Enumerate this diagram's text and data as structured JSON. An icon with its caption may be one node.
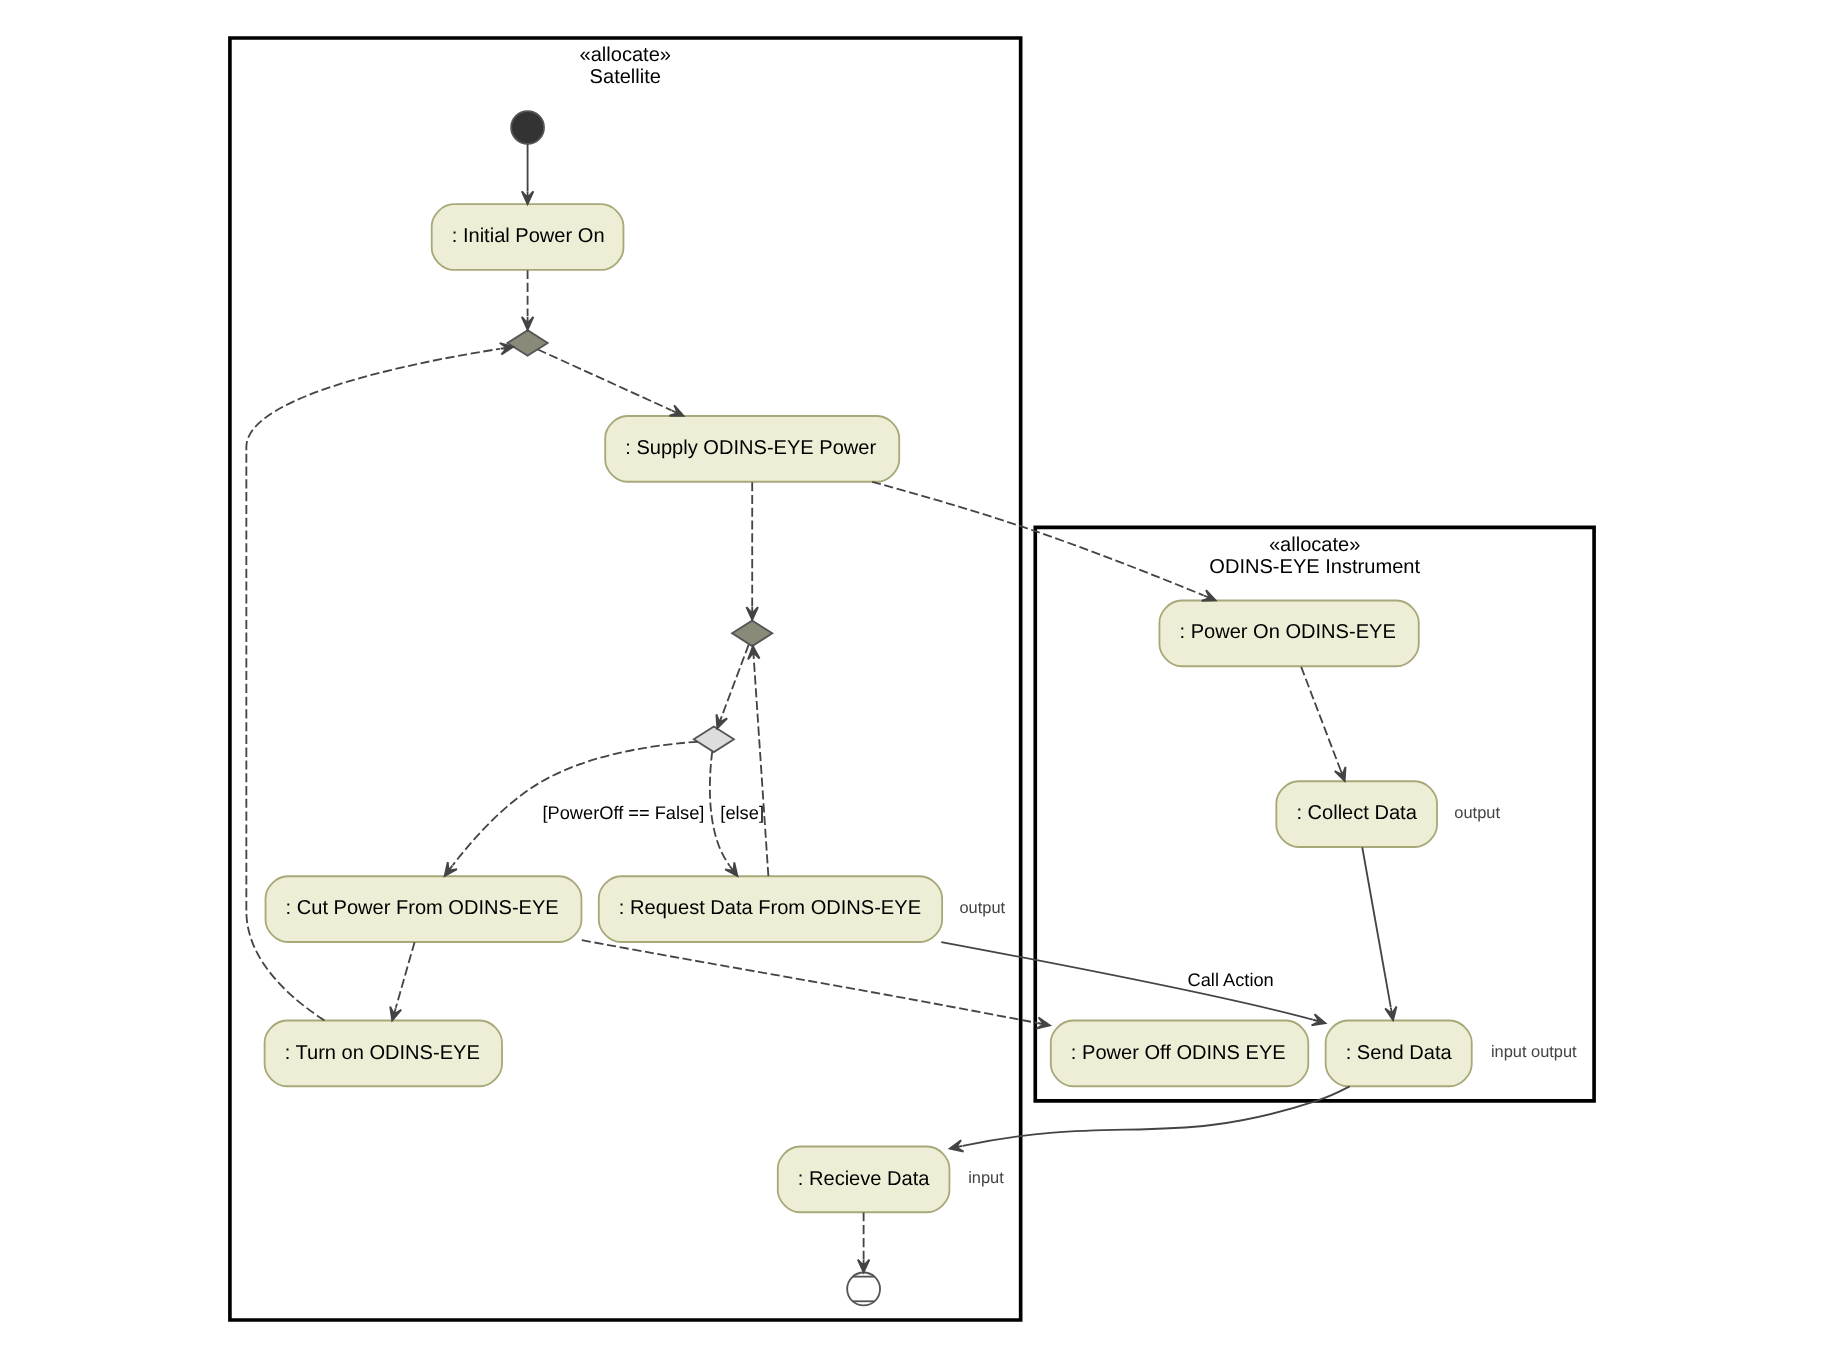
{
  "diagram": {
    "nodes": [
      {
        "text": [
          "«allocate»",
          "Satellite"
        ]
      },
      {
        "text": [
          "«allocate»",
          "ODINS-EYE Instrument"
        ]
      },
      {
        "text": [],
        "shape": "circle",
        "in": 0
      },
      {
        "text": [
          ": Initial Power On"
        ],
        "in": 0
      },
      {
        "text": [],
        "shape": "diamond",
        "in": 0
      },
      {
        "text": [
          ": Turn on ODINS-EYE"
        ],
        "in": 0
      },
      {
        "text": [
          ": Supply ODINS-EYE Power"
        ],
        "in": 0
      },
      {
        "text": [],
        "shape": "diamond",
        "in": 0
      },
      {
        "text": [],
        "shape": "diamond",
        "in": 0
      },
      {
        "text": [
          ": Cut Power From ODINS-EYE"
        ],
        "in": 0
      },
      {
        "text": [
          ": Request Data From ODINS-EYE"
        ],
        "beside": [
          "output"
        ],
        "in": 0
      },
      {
        "text": [],
        "shape": "circle",
        "in": 0
      },
      {
        "text": [
          ": Recieve Data"
        ],
        "beside": [
          "input"
        ],
        "in": 0
      },
      {
        "text": [
          ": Power Off ODINS EYE"
        ],
        "in": 1
      },
      {
        "text": [
          ": Power On ODINS-EYE"
        ],
        "in": 1
      },
      {
        "text": [
          ": Collect Data"
        ],
        "beside": [
          "output"
        ],
        "in": 1
      },
      {
        "text": [
          ": Send Data"
        ],
        "beside": [
          "input",
          "output"
        ],
        "in": 1
      }
    ],
    "edges": [
      {
        "from": 2,
        "to": 3,
        "arrow": "to"
      },
      {
        "from": 3,
        "to": 4,
        "arrow": "to",
        "style": "dashed"
      },
      {
        "from": 5,
        "to": 4,
        "arrow": "to",
        "style": "dashed"
      },
      {
        "from": 4,
        "to": 6,
        "arrow": "to",
        "style": "dashed"
      },
      {
        "from": 6,
        "to": 14,
        "arrow": "to",
        "style": "dashed"
      },
      {
        "from": 6,
        "to": 7,
        "arrow": "to",
        "style": "dashed"
      },
      {
        "from": 10,
        "to": 7,
        "arrow": "to",
        "style": "dashed"
      },
      {
        "from": 7,
        "to": 8,
        "arrow": "to",
        "style": "dashed"
      },
      {
        "from": 8,
        "to": 9,
        "arrow": "to",
        "label": "[PowerOff == False]",
        "style": "dashed"
      },
      {
        "from": 8,
        "to": 10,
        "arrow": "to",
        "label": "[else]",
        "style": "dashed"
      },
      {
        "from": 9,
        "to": 5,
        "arrow": "to",
        "style": "dashed"
      },
      {
        "from": 9,
        "to": 13,
        "arrow": "to",
        "style": "dashed"
      },
      {
        "from": 10,
        "to": 16,
        "arrow": "to",
        "label": "Call Action"
      },
      {
        "from": 15,
        "to": 16,
        "arrow": "to"
      },
      {
        "from": 16,
        "to": 12,
        "arrow": "to"
      },
      {
        "from": 12,
        "to": 11,
        "arrow": "to",
        "style": "dashed"
      },
      {
        "from": 14,
        "to": 15,
        "arrow": "to",
        "style": "dashed"
      }
    ]
  }
}
